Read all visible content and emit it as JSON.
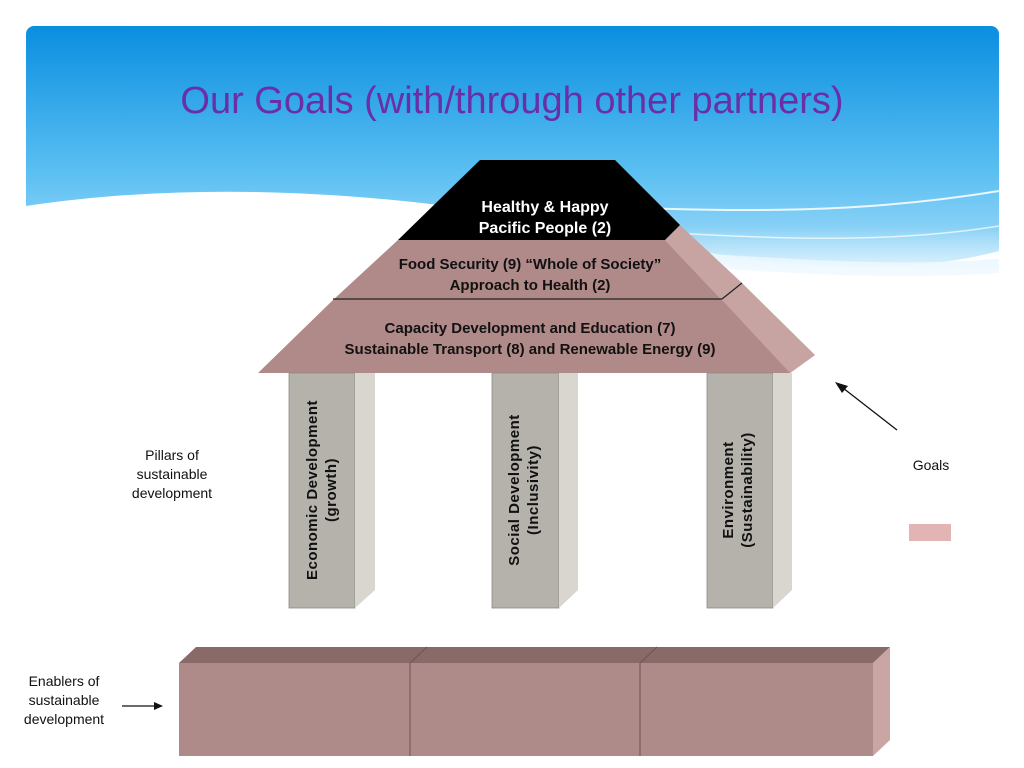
{
  "title": "Our Goals (with/through other partners)",
  "house": {
    "top": [
      "Healthy & Happy",
      "Pacific People (2)"
    ],
    "middle": [
      "Food Security (9) “Whole of Society”",
      "Approach to Health (2)"
    ],
    "bottom": [
      "Capacity Development and Education (7)",
      "Sustainable Transport (8) and Renewable Energy (9)"
    ]
  },
  "pillars": [
    {
      "lines": [
        "Economic Development",
        "(growth)"
      ]
    },
    {
      "lines": [
        "Social Development",
        "(Inclusivity)"
      ]
    },
    {
      "lines": [
        "Environment",
        "(Sustainability)"
      ]
    }
  ],
  "notes": {
    "pillars": [
      "Pillars of",
      "sustainable",
      "development"
    ],
    "enablers": [
      "Enablers of",
      "sustainable",
      "development"
    ],
    "goals": "Goals"
  },
  "colors": {
    "roof": "#b08a89",
    "roof_side": "#c7a3a2",
    "apex": "#000000",
    "pillar": "#b5b2ab",
    "pillar_side": "#d8d6cf",
    "base": "#ae8a89",
    "base_top": "#8a6a69",
    "legend_swatch": "#e2b4b4",
    "title": "#6a2fa6"
  }
}
